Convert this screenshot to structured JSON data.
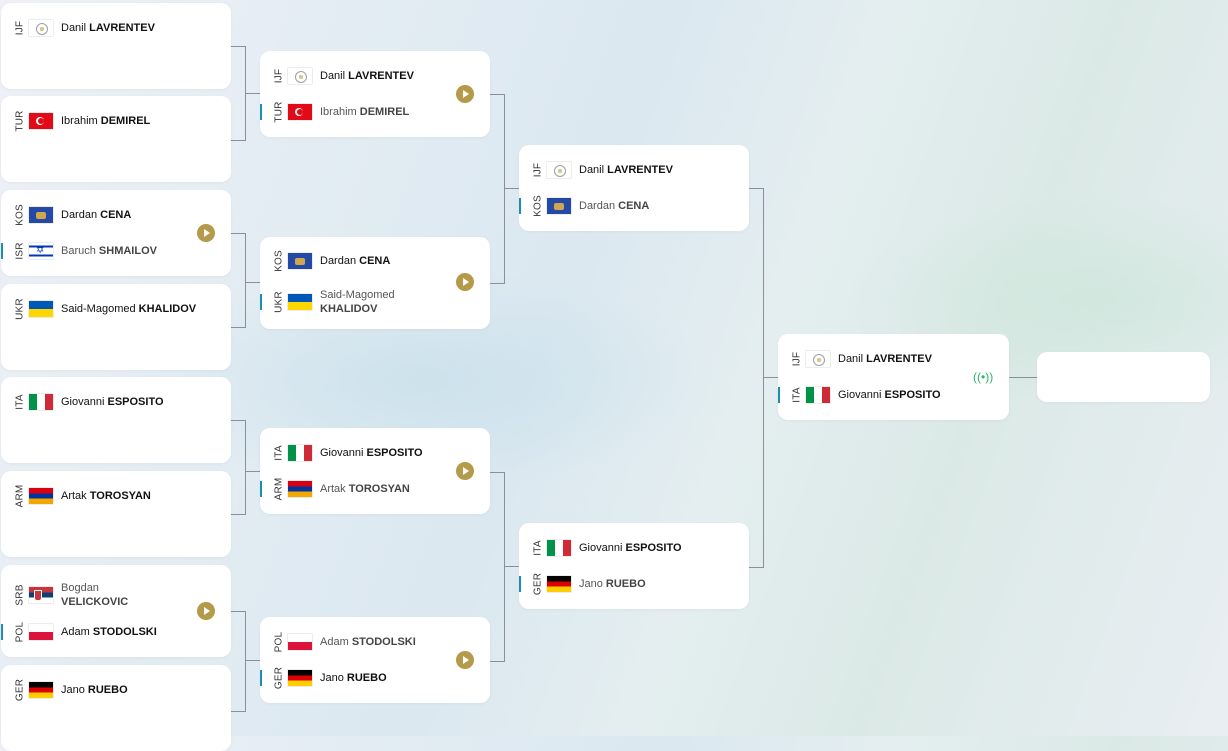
{
  "colors": {
    "accent": "#1a8fb0",
    "play": "#b59a4a",
    "live": "#2db36b",
    "connector": "#8a8f99"
  },
  "round1": [
    {
      "a": {
        "code": "IJF",
        "flag": "ijf",
        "first": "Danil",
        "last": "LAVRENTEV"
      }
    },
    {
      "a": {
        "code": "TUR",
        "flag": "tur",
        "first": "Ibrahim",
        "last": "DEMIREL"
      }
    },
    {
      "a": {
        "code": "KOS",
        "flag": "kos",
        "first": "Dardan",
        "last": "CENA"
      },
      "b": {
        "code": "ISR",
        "flag": "isr",
        "first": "Baruch",
        "last": "SHMAILOV"
      }
    },
    {
      "a": {
        "code": "UKR",
        "flag": "ukr",
        "first": "Said-Magomed",
        "last": "KHALIDOV"
      }
    },
    {
      "a": {
        "code": "ITA",
        "flag": "ita",
        "first": "Giovanni",
        "last": "ESPOSITO"
      }
    },
    {
      "a": {
        "code": "ARM",
        "flag": "arm",
        "first": "Artak",
        "last": "TOROSYAN"
      }
    },
    {
      "a": {
        "code": "SRB",
        "flag": "srb",
        "first": "Bogdan",
        "last": "VELICKOVIC"
      },
      "b": {
        "code": "POL",
        "flag": "pol",
        "first": "Adam",
        "last": "STODOLSKI"
      }
    },
    {
      "a": {
        "code": "GER",
        "flag": "ger",
        "first": "Jano",
        "last": "RUEBO"
      }
    }
  ],
  "round2": [
    {
      "a": {
        "code": "IJF",
        "first": "Danil",
        "last": "LAVRENTEV"
      },
      "b": {
        "code": "TUR",
        "first": "Ibrahim",
        "last": "DEMIREL"
      }
    },
    {
      "a": {
        "code": "KOS",
        "first": "Dardan",
        "last": "CENA"
      },
      "b": {
        "code": "UKR",
        "first": "Said-Magomed",
        "last": "KHALIDOV"
      }
    },
    {
      "a": {
        "code": "ITA",
        "first": "Giovanni",
        "last": "ESPOSITO"
      },
      "b": {
        "code": "ARM",
        "first": "Artak",
        "last": "TOROSYAN"
      }
    },
    {
      "a": {
        "code": "POL",
        "first": "Adam",
        "last": "STODOLSKI"
      },
      "b": {
        "code": "GER",
        "first": "Jano",
        "last": "RUEBO"
      }
    }
  ],
  "round3": [
    {
      "a": {
        "code": "IJF",
        "first": "Danil",
        "last": "LAVRENTEV"
      },
      "b": {
        "code": "KOS",
        "first": "Dardan",
        "last": "CENA"
      }
    },
    {
      "a": {
        "code": "ITA",
        "first": "Giovanni",
        "last": "ESPOSITO"
      },
      "b": {
        "code": "GER",
        "first": "Jano",
        "last": "RUEBO"
      }
    }
  ],
  "final": {
    "a": {
      "code": "IJF",
      "first": "Danil",
      "last": "LAVRENTEV"
    },
    "b": {
      "code": "ITA",
      "first": "Giovanni",
      "last": "ESPOSITO"
    },
    "live_icon": "broadcast-icon"
  }
}
